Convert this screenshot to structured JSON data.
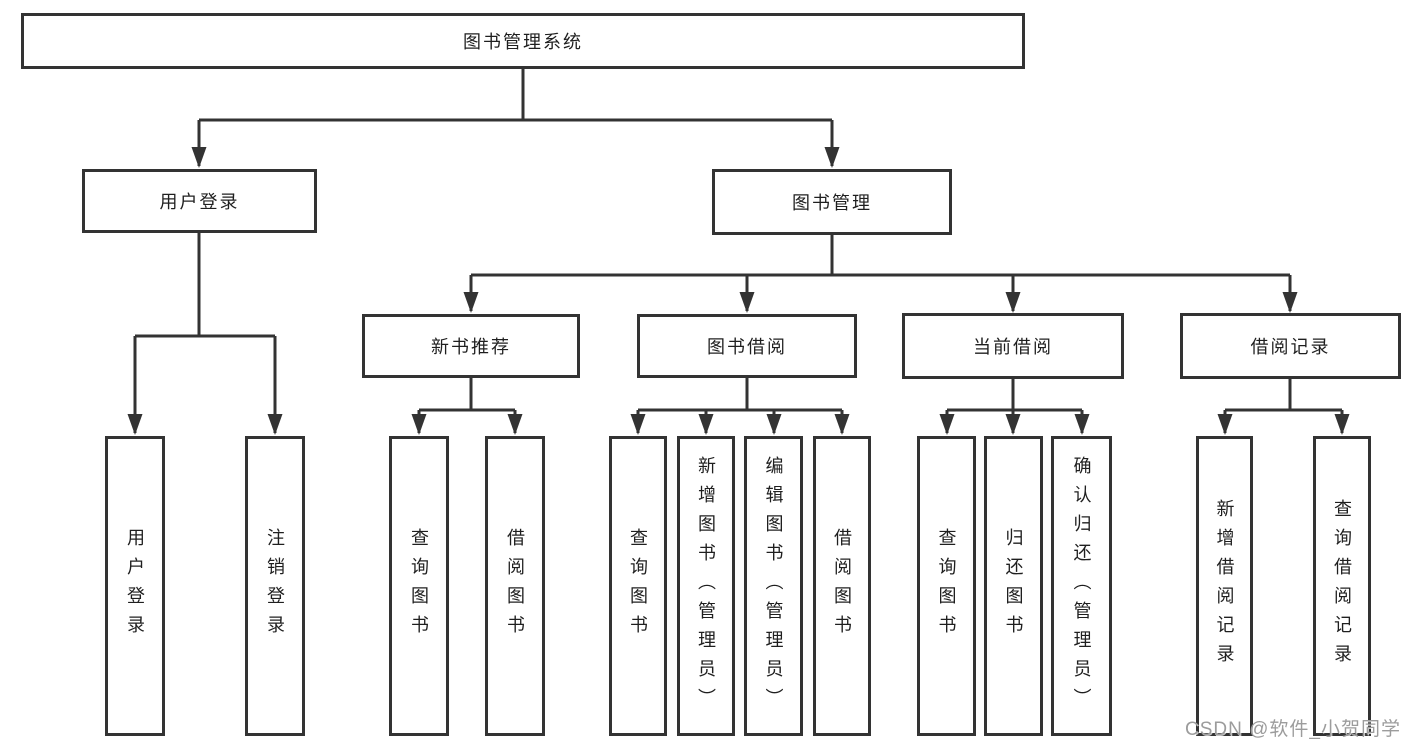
{
  "colors": {
    "line": "#333333",
    "box_border": "#333333",
    "text": "#1f1f1f",
    "watermark": "#9c9c9c",
    "background": "#ffffff"
  },
  "tree": {
    "root": {
      "label": "图书管理系统"
    },
    "branches": [
      {
        "label": "用户登录",
        "children": [
          {
            "label": "用户登录"
          },
          {
            "label": "注销登录"
          }
        ]
      },
      {
        "label": "图书管理",
        "groups": [
          {
            "label": "新书推荐",
            "children": [
              {
                "label": "查询图书"
              },
              {
                "label": "借阅图书"
              }
            ]
          },
          {
            "label": "图书借阅",
            "children": [
              {
                "label": "查询图书"
              },
              {
                "label": "新增图书（管理员）"
              },
              {
                "label": "编辑图书（管理员）"
              },
              {
                "label": "借阅图书"
              }
            ]
          },
          {
            "label": "当前借阅",
            "children": [
              {
                "label": "查询图书"
              },
              {
                "label": "归还图书"
              },
              {
                "label": "确认归还（管理员）"
              }
            ]
          },
          {
            "label": "借阅记录",
            "children": [
              {
                "label": "新增借阅记录"
              },
              {
                "label": "查询借阅记录"
              }
            ]
          }
        ]
      }
    ]
  },
  "watermark": {
    "text": "CSDN @软件_小贺同学"
  }
}
